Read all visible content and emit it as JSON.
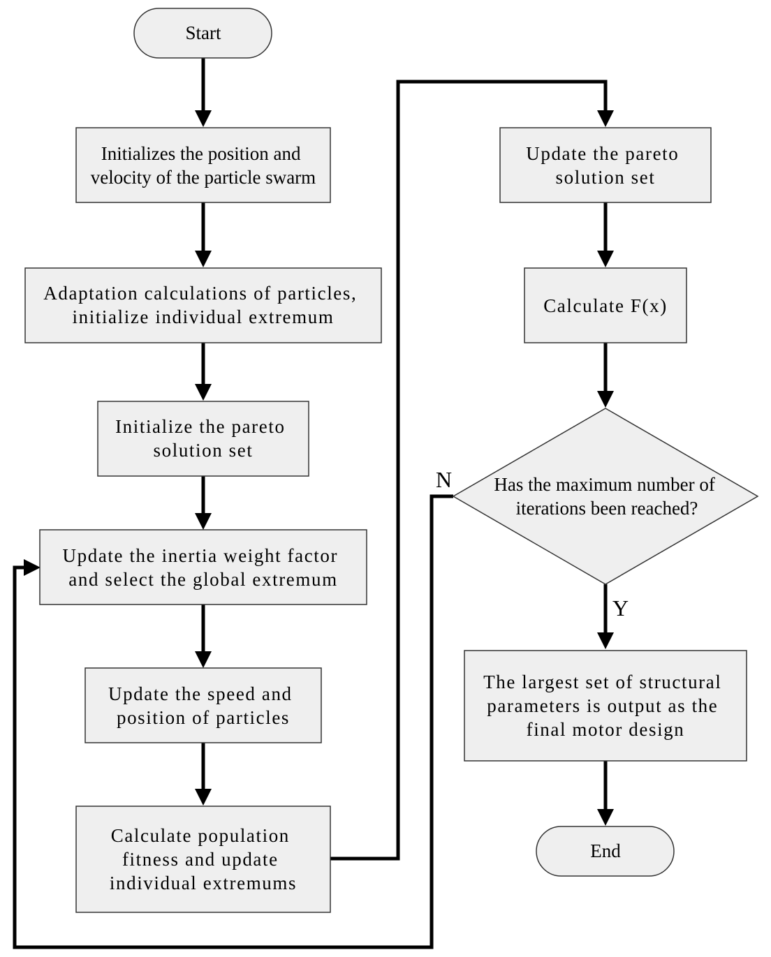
{
  "diagram": {
    "start": "Start",
    "end": "End",
    "steps": {
      "init_swarm": [
        "Initializes the position and",
        "velocity of the particle swarm"
      ],
      "adaptation": [
        "Adaptation calculations of particles,",
        "initialize individual extremum"
      ],
      "init_pareto": [
        "Initialize the pareto",
        "solution set"
      ],
      "update_inertia": [
        "Update the inertia weight factor",
        "and select the global extremum"
      ],
      "update_speed": [
        "Update the speed and",
        "position of particles"
      ],
      "calc_fitness": [
        "Calculate population",
        "fitness and update",
        "individual extremums"
      ],
      "update_pareto": [
        "Update the pareto",
        "solution set"
      ],
      "calc_fx": [
        "Calculate F(x)"
      ],
      "output": [
        "The largest set of structural",
        "parameters is output as the",
        "final motor design"
      ]
    },
    "decision": [
      "Has the maximum number of",
      "iterations been reached?"
    ],
    "labels": {
      "no": "N",
      "yes": "Y"
    }
  }
}
